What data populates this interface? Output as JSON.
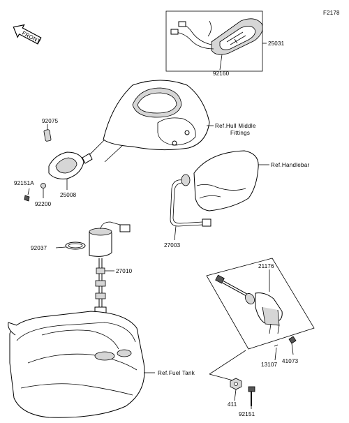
{
  "figure_code": "F2178",
  "front_label": "FRONT",
  "parts": {
    "p25031": "25031",
    "p92160": "92160",
    "p92075": "92075",
    "p92151a": "92151A",
    "p25008": "25008",
    "p92200": "92200",
    "p27003": "27003",
    "p92037": "92037",
    "p27010": "27010",
    "p21176": "21176",
    "p41073": "41073",
    "p13107": "13107",
    "p411": "411",
    "p92151": "92151"
  },
  "refs": {
    "hull_line1": "Ref.Hull Middle",
    "hull_line2": "Fittings",
    "handlebar": "Ref.Handlebar",
    "fuel_tank": "Ref.Fuel Tank"
  }
}
